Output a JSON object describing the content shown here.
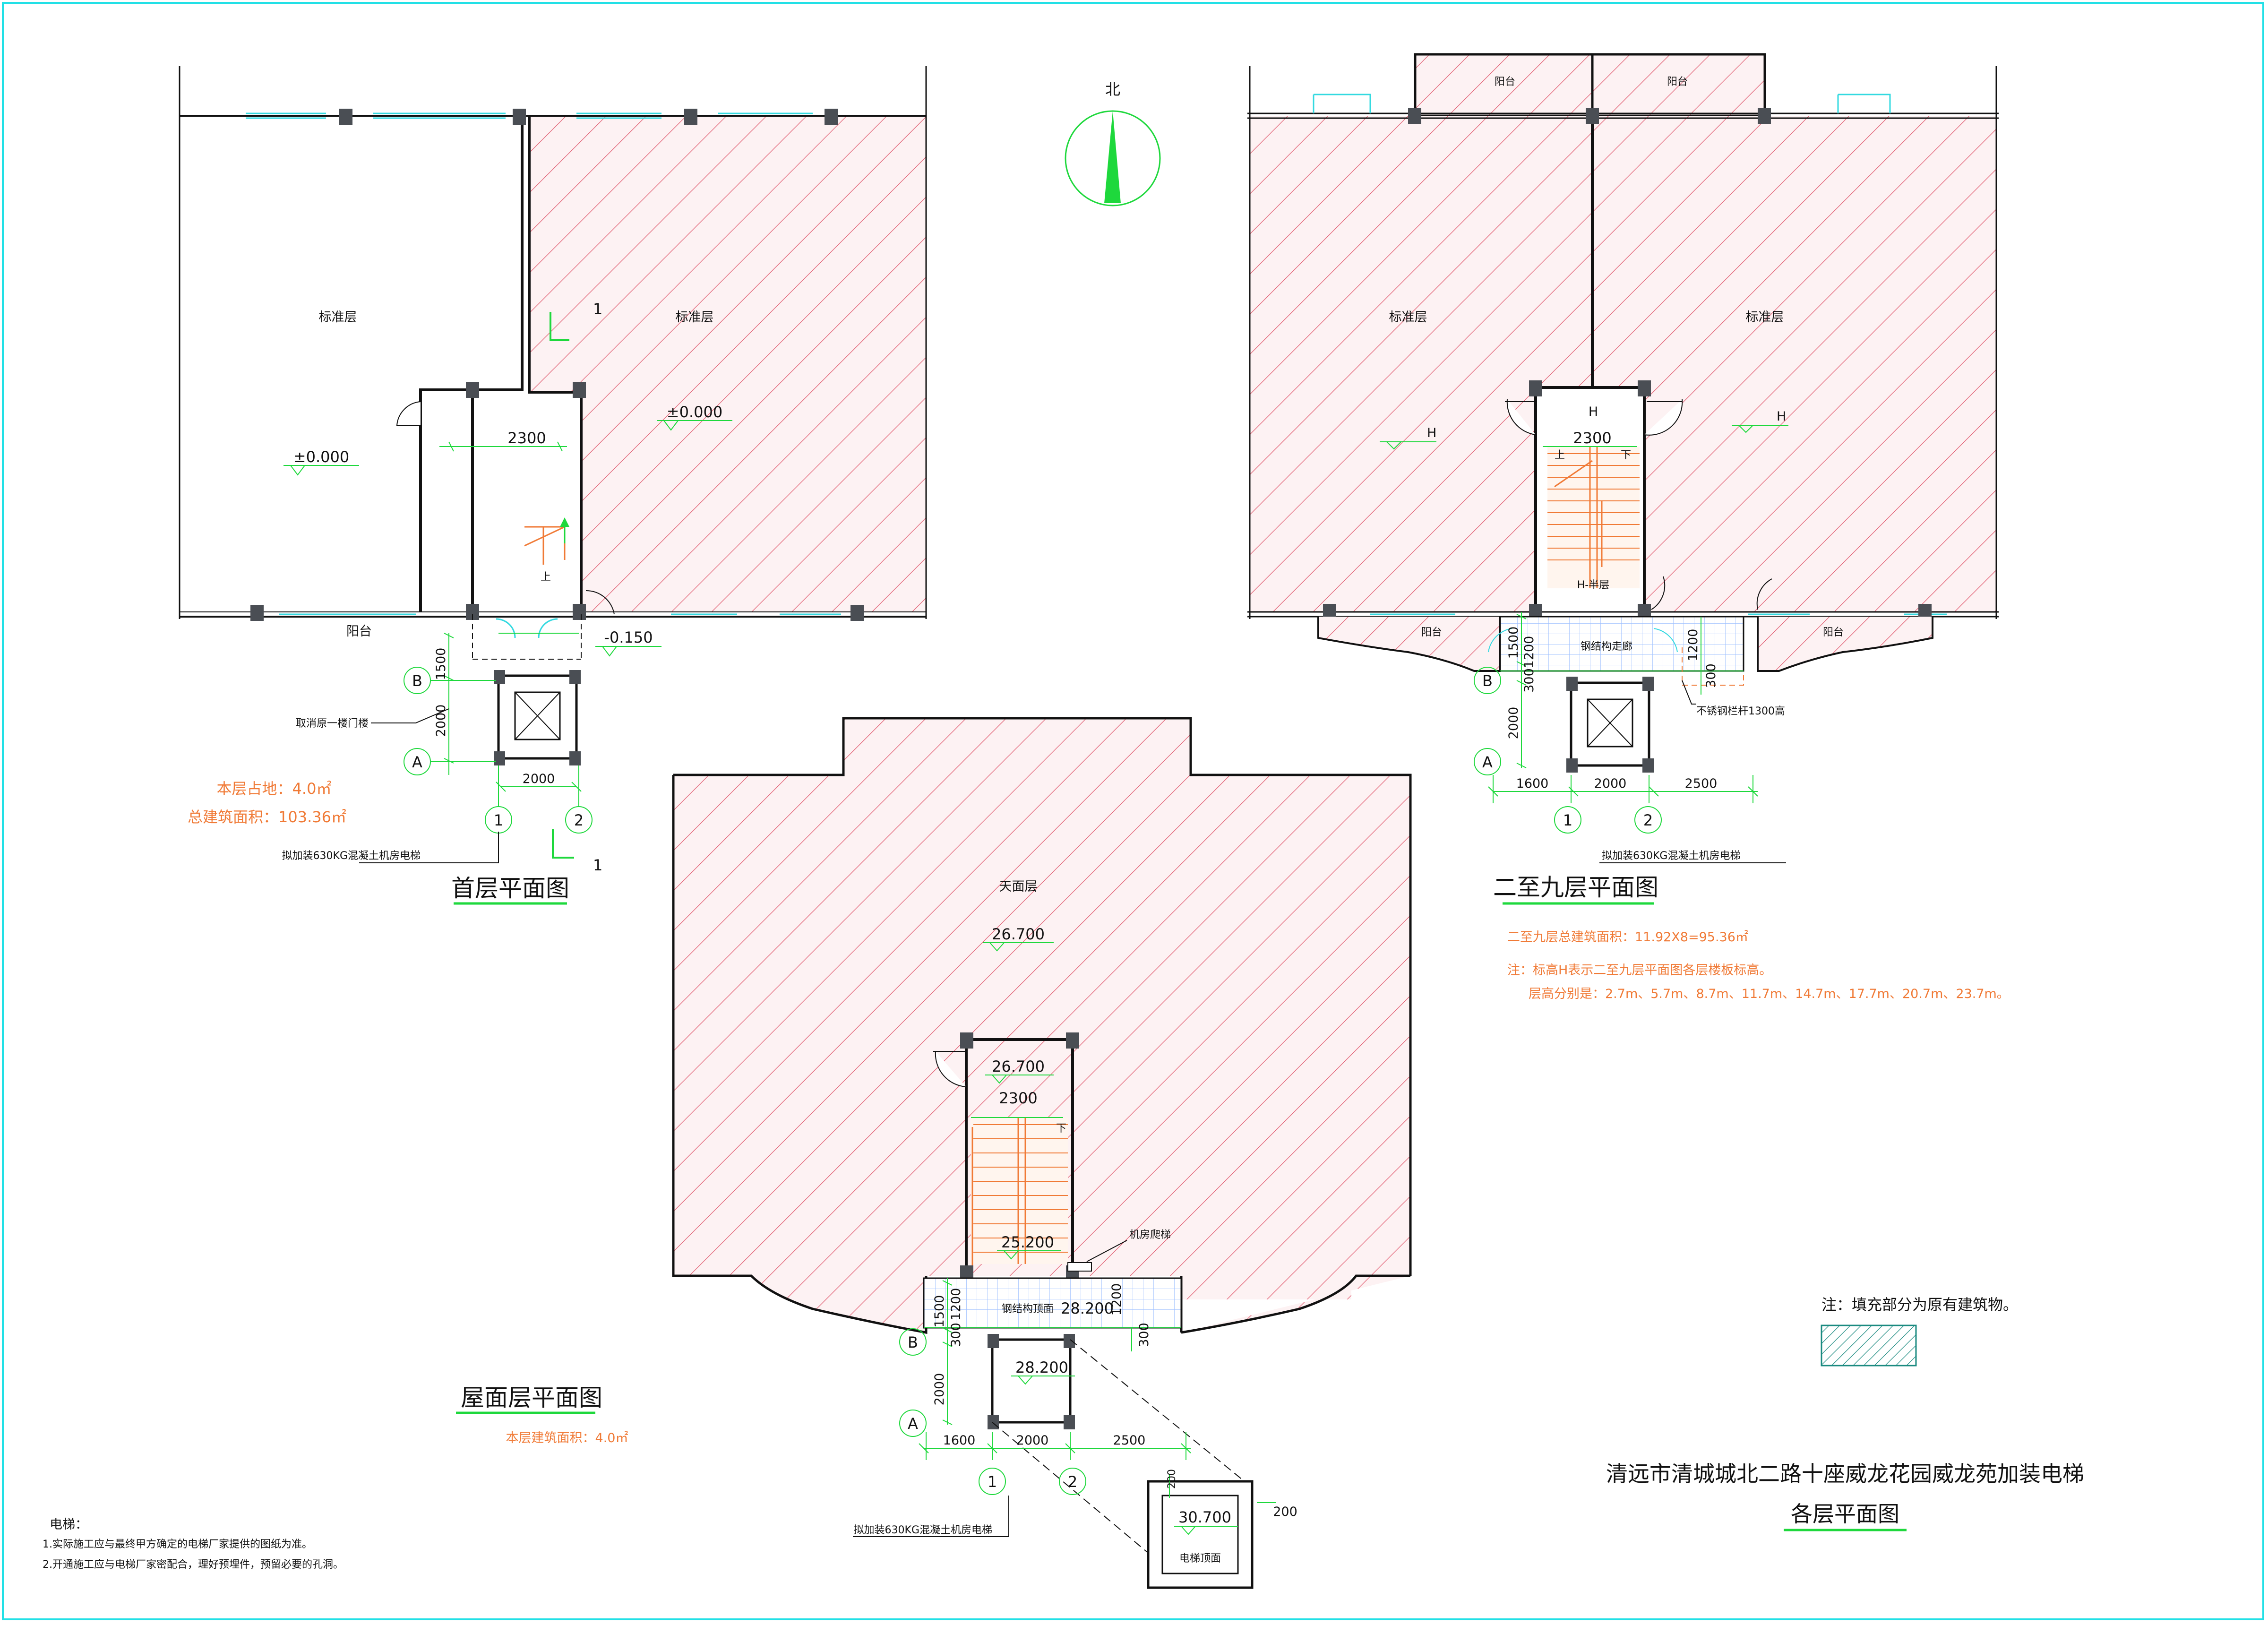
{
  "north_label": "北",
  "plans": {
    "ground": {
      "title": "首层平面图",
      "area_occupied": "本层占地：4.0㎡",
      "area_total": "总建筑面积：103.36㎡",
      "room_left": "标准层",
      "room_right": "标准层",
      "level_left": "±0.000",
      "level_right": "±0.000",
      "level_entry": "-0.150",
      "balcony": "阳台",
      "dim_stair": "2300",
      "dim_1500": "1500",
      "dim_2000_v": "2000",
      "dim_2000_h": "2000",
      "remove_note": "取消原一楼门楼",
      "elevator_note": "拟加装630KG混凝土机房电梯",
      "up_mark": "上",
      "section_mark": "1",
      "axis_b": "B",
      "axis_a": "A",
      "axis_1": "1",
      "axis_2": "2"
    },
    "typical": {
      "title": "二至九层平面图",
      "area_total": "二至九层总建筑面积：11.92X8=95.36㎡",
      "note_line1": "注：标高H表示二至九层平面图各层楼板标高。",
      "note_line2": "层高分别是：2.7m、5.7m、8.7m、11.7m、14.7m、17.7m、20.7m、23.7m。",
      "balcony": "阳台",
      "room": "标准层",
      "h_mark": "H",
      "h_half": "H-半层",
      "corridor": "钢结构走廊",
      "railing": "不锈钢栏杆1300高",
      "up_mark": "上",
      "down_mark": "下",
      "dim_stair": "2300",
      "dim_1500": "1500",
      "dim_300": "300",
      "dim_1200": "1200",
      "dim_2000_v": "2000",
      "dim_1600": "1600",
      "dim_2000_h": "2000",
      "dim_2500": "2500",
      "elevator_note": "拟加装630KG混凝土机房电梯",
      "axis_b": "B",
      "axis_a": "A",
      "axis_1": "1",
      "axis_2": "2"
    },
    "roof": {
      "title": "屋面层平面图",
      "area": "本层建筑面积：4.0㎡",
      "room": "天面层",
      "level_roof": "26.700",
      "level_stair_top": "26.700",
      "level_landing": "25.200",
      "level_corridor": "28.200",
      "level_shaft": "28.200",
      "level_machine": "30.700",
      "corridor_roof": "钢结构顶面",
      "machine_ladder": "机房爬梯",
      "elevator_roof": "电梯顶面",
      "dim_stair": "2300",
      "dim_1500": "1500",
      "dim_1200": "1200",
      "dim_300": "300",
      "dim_2000_v": "2000",
      "dim_1600": "1600",
      "dim_2000_h": "2000",
      "dim_2500": "2500",
      "dim_200a": "200",
      "dim_200b": "200",
      "elevator_note": "拟加装630KG混凝土机房电梯",
      "down_mark": "下",
      "axis_b": "B",
      "axis_a": "A",
      "axis_1": "1",
      "axis_2": "2"
    }
  },
  "legend": {
    "note": "注：填充部分为原有建筑物。"
  },
  "notes": {
    "heading": "电梯：",
    "line1": "1.实际施工应与最终甲方确定的电梯厂家提供的图纸为准。",
    "line2": "2.开通施工应与电梯厂家密配合，理好预埋件，预留必要的孔洞。"
  },
  "drawing_title": {
    "line1": "清远市清城城北二路十座威龙花园威龙苑加装电梯",
    "line2": "各层平面图"
  },
  "colors": {
    "hatch": "#e05a6e",
    "wall": "#111111",
    "column": "#4a4e54",
    "window": "#33d9e0",
    "orange": "#f07a36",
    "green": "#1ed83c",
    "frame": "#22e0e6"
  }
}
